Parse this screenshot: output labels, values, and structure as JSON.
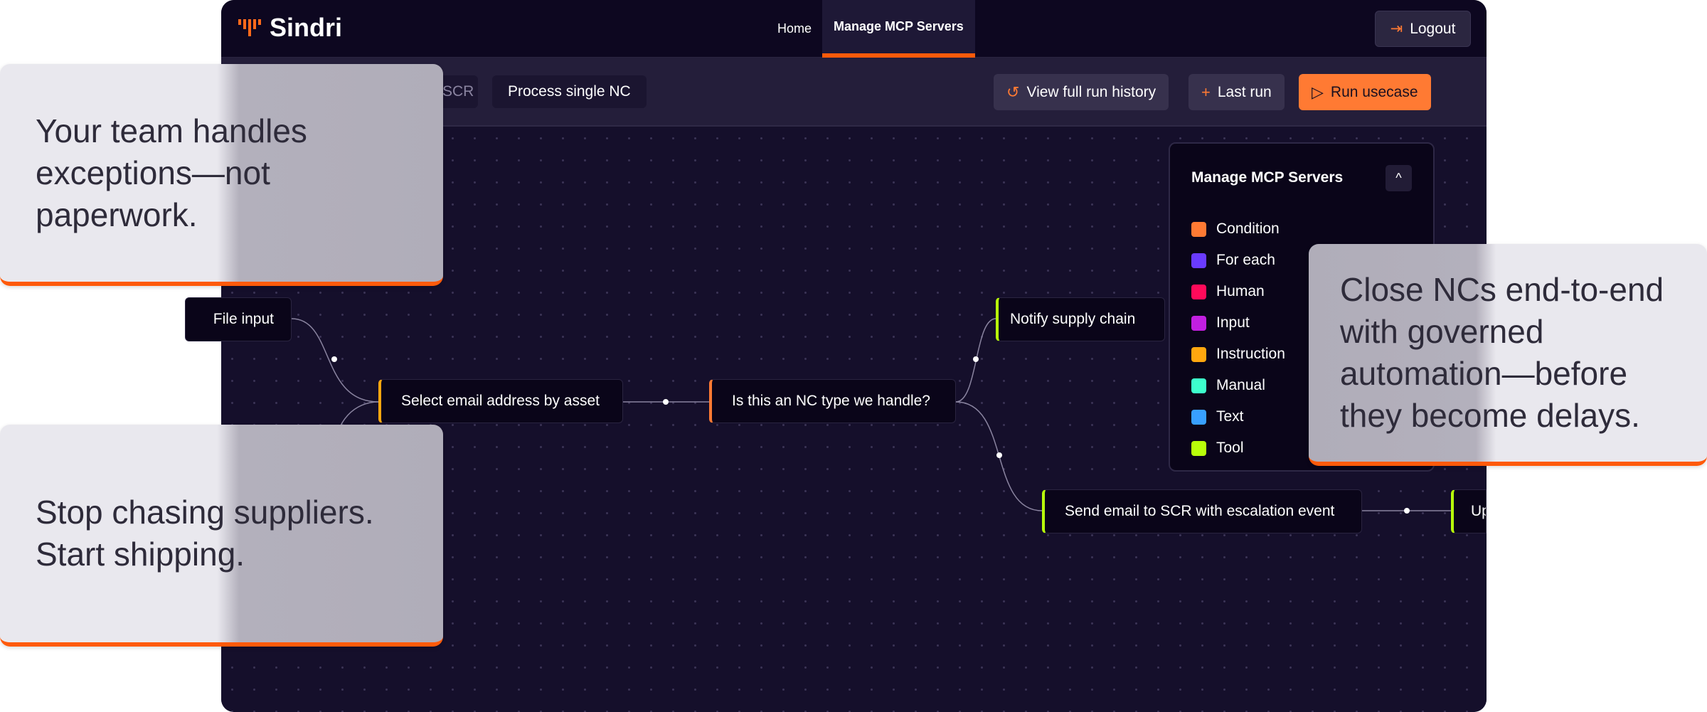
{
  "nav": {
    "brand": "Sindri",
    "links": [
      {
        "label": "Home"
      },
      {
        "label": "Manage MCP Servers",
        "active": true
      }
    ],
    "logout": "Logout"
  },
  "toolbar": {
    "chips": [
      "SCR",
      "Process single NC"
    ],
    "buttons": [
      {
        "label": "View full run history",
        "icon": "history-icon"
      },
      {
        "label": "Last run",
        "icon": "plus-icon"
      },
      {
        "label": "Run usecase",
        "icon": "play-icon"
      }
    ]
  },
  "nodes": [
    "File input",
    "Select email address by asset",
    "Is this an NC type we handle?",
    "Notify supply chain",
    "Send email to SCR with escalation event",
    "Update"
  ],
  "panel": {
    "title": "Manage MCP Servers",
    "items": [
      {
        "label": "Condition",
        "color": "#ff7a33"
      },
      {
        "label": "For each",
        "color": "#6a3bff"
      },
      {
        "label": "Human",
        "color": "#ff0a5a"
      },
      {
        "label": "Input",
        "color": "#c21fe0"
      },
      {
        "label": "Instruction",
        "color": "#ffa70f"
      },
      {
        "label": "Manual",
        "color": "#3dffcc"
      },
      {
        "label": "Text",
        "color": "#38a0ff"
      },
      {
        "label": "Tool",
        "color": "#b8ff0a"
      }
    ]
  },
  "callouts": [
    "Your team handles exceptions—not paperwork.",
    "Stop chasing suppliers. Start shipping.",
    "Close NCs end-to-end with governed automation—before they become delays."
  ],
  "colors": {
    "accent": "#ff7a33",
    "underline": "#ff5a0a",
    "background": "#150f2b"
  }
}
